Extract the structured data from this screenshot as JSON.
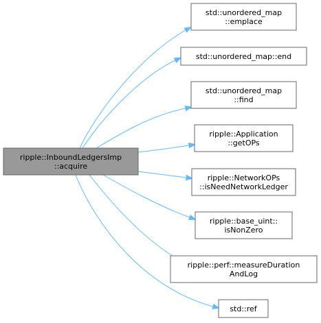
{
  "diagram": {
    "source": {
      "id": "acquire",
      "lines": [
        "ripple::InboundLedgersImp",
        "::acquire"
      ]
    },
    "targets": [
      {
        "id": "emplace",
        "lines": [
          "std::unordered_map",
          "::emplace"
        ]
      },
      {
        "id": "end",
        "lines": [
          "std::unordered_map::end"
        ]
      },
      {
        "id": "find",
        "lines": [
          "std::unordered_map",
          "::find"
        ]
      },
      {
        "id": "getops",
        "lines": [
          "ripple::Application",
          "::getOPs"
        ]
      },
      {
        "id": "isneednetworkledger",
        "lines": [
          "ripple::NetworkOPs",
          "::isNeedNetworkLedger"
        ]
      },
      {
        "id": "isnonzero",
        "lines": [
          "ripple::base_uint::",
          "isNonZero"
        ]
      },
      {
        "id": "measuredurationandlog",
        "lines": [
          "ripple::perf::measureDuration",
          "AndLog"
        ]
      },
      {
        "id": "ref",
        "lines": [
          "std::ref"
        ]
      }
    ],
    "colors": {
      "edge": "#63b8ff",
      "source_fill": "#999999",
      "node_border": "#666666"
    }
  }
}
